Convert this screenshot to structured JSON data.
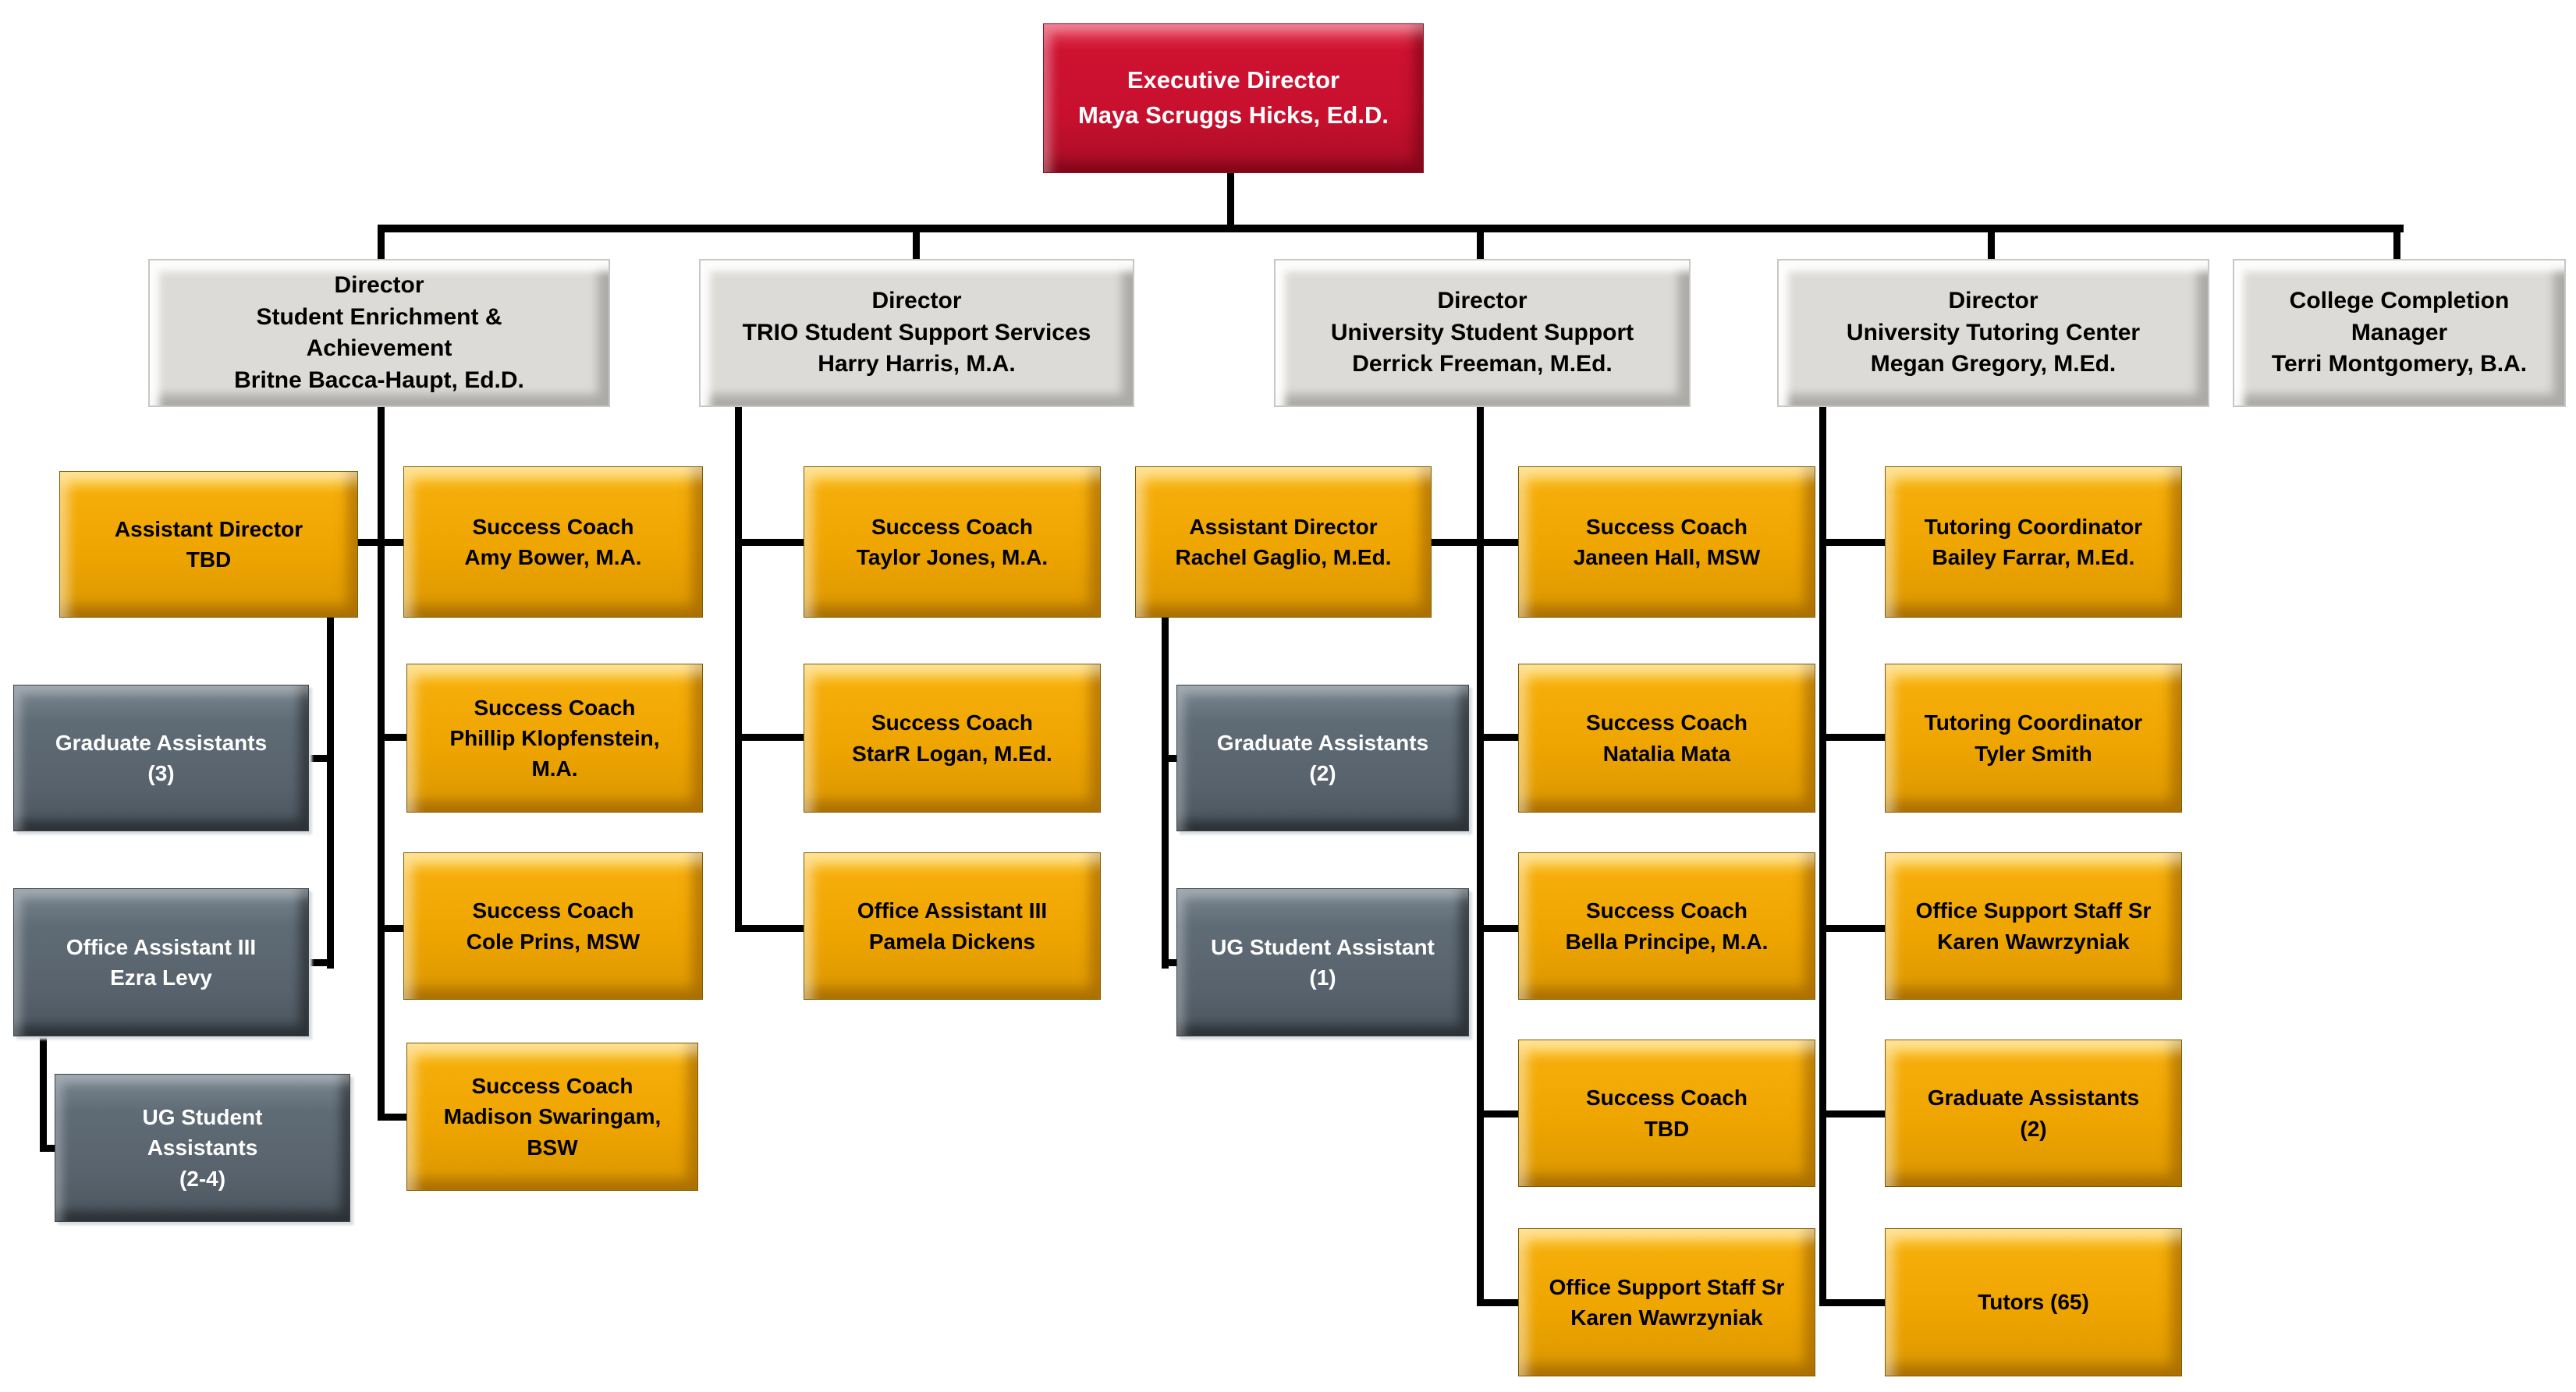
{
  "diagram_type": "org-chart",
  "colors": {
    "executive_box": "#C8102E",
    "director_box": "#DDDBD7",
    "staff_gold_box": "#EFA500",
    "staff_slate_box": "#5B6670",
    "connector": "#000000",
    "text_on_dark": "#FFFFFF",
    "text_on_light": "#000000"
  },
  "nodes": {
    "exec": {
      "lines": [
        "Executive Director",
        "Maya Scruggs Hicks, Ed.D."
      ]
    },
    "d1": {
      "lines": [
        "Director",
        "Student Enrichment &",
        "Achievement",
        "Britne Bacca-Haupt, Ed.D."
      ]
    },
    "d2": {
      "lines": [
        "Director",
        "TRIO Student Support Services",
        "Harry Harris, M.A."
      ]
    },
    "d3": {
      "lines": [
        "Director",
        "University Student Support",
        "Derrick Freeman, M.Ed."
      ]
    },
    "d4": {
      "lines": [
        "Director",
        "University Tutoring Center",
        "Megan Gregory, M.Ed."
      ]
    },
    "d5": {
      "lines": [
        "College Completion",
        "Manager",
        "Terri Montgomery, B.A."
      ]
    },
    "a1": {
      "lines": [
        "Assistant Director",
        "TBD"
      ]
    },
    "a2": {
      "lines": [
        "Graduate Assistants",
        "(3)"
      ]
    },
    "a3": {
      "lines": [
        "Office Assistant III",
        "Ezra Levy"
      ]
    },
    "a4": {
      "lines": [
        "UG Student",
        "Assistants",
        "(2-4)"
      ]
    },
    "b1": {
      "lines": [
        "Success Coach",
        "Amy Bower, M.A."
      ]
    },
    "b2": {
      "lines": [
        "Success Coach",
        "Phillip Klopfenstein,",
        "M.A."
      ]
    },
    "b3": {
      "lines": [
        "Success Coach",
        "Cole Prins, MSW"
      ]
    },
    "b4": {
      "lines": [
        "Success Coach",
        "Madison Swaringam,",
        "BSW"
      ]
    },
    "c1": {
      "lines": [
        "Success Coach",
        "Taylor Jones, M.A."
      ]
    },
    "c2": {
      "lines": [
        "Success Coach",
        "StarR Logan, M.Ed."
      ]
    },
    "c3": {
      "lines": [
        "Office Assistant III",
        "Pamela Dickens"
      ]
    },
    "e1": {
      "lines": [
        "Assistant Director",
        "Rachel Gaglio, M.Ed."
      ]
    },
    "e2": {
      "lines": [
        "Graduate Assistants",
        "(2)"
      ]
    },
    "e3": {
      "lines": [
        "UG Student Assistant",
        "(1)"
      ]
    },
    "f1": {
      "lines": [
        "Success Coach",
        "Janeen Hall, MSW"
      ]
    },
    "f2": {
      "lines": [
        "Success Coach",
        "Natalia Mata"
      ]
    },
    "f3": {
      "lines": [
        "Success Coach",
        "Bella Principe, M.A."
      ]
    },
    "f4": {
      "lines": [
        "Success Coach",
        "TBD"
      ]
    },
    "f5": {
      "lines": [
        "Office Support Staff Sr",
        "Karen Wawrzyniak"
      ]
    },
    "g1": {
      "lines": [
        "Tutoring Coordinator",
        "Bailey Farrar, M.Ed."
      ]
    },
    "g2": {
      "lines": [
        "Tutoring Coordinator",
        "Tyler Smith"
      ]
    },
    "g3": {
      "lines": [
        "Office Support Staff Sr",
        "Karen Wawrzyniak"
      ]
    },
    "g4": {
      "lines": [
        "Graduate Assistants",
        "(2)"
      ]
    },
    "g5": {
      "lines": [
        "Tutors (65)"
      ]
    }
  }
}
